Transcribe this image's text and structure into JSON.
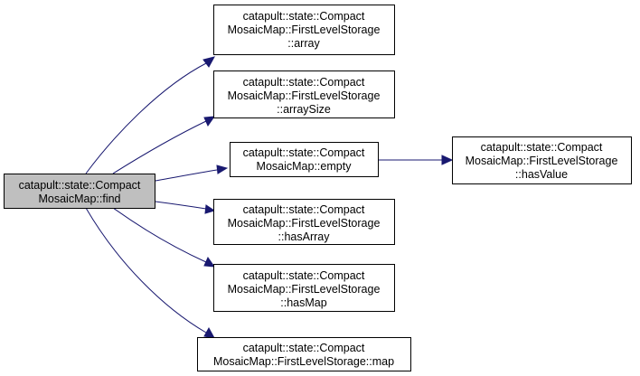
{
  "nodes": {
    "find": {
      "lines": [
        "catapult::state::Compact",
        "MosaicMap::find"
      ]
    },
    "array": {
      "lines": [
        "catapult::state::Compact",
        "MosaicMap::FirstLevelStorage",
        "::array"
      ]
    },
    "array_size": {
      "lines": [
        "catapult::state::Compact",
        "MosaicMap::FirstLevelStorage",
        "::arraySize"
      ]
    },
    "empty": {
      "lines": [
        "catapult::state::Compact",
        "MosaicMap::empty"
      ]
    },
    "has_value": {
      "lines": [
        "catapult::state::Compact",
        "MosaicMap::FirstLevelStorage",
        "::hasValue"
      ]
    },
    "has_array": {
      "lines": [
        "catapult::state::Compact",
        "MosaicMap::FirstLevelStorage",
        "::hasArray"
      ]
    },
    "has_map": {
      "lines": [
        "catapult::state::Compact",
        "MosaicMap::FirstLevelStorage",
        "::hasMap"
      ]
    },
    "map": {
      "lines": [
        "catapult::state::Compact",
        "MosaicMap::FirstLevelStorage::map"
      ]
    }
  },
  "edges": [
    {
      "from": "find",
      "to": "array"
    },
    {
      "from": "find",
      "to": "array_size"
    },
    {
      "from": "find",
      "to": "empty"
    },
    {
      "from": "find",
      "to": "has_array"
    },
    {
      "from": "find",
      "to": "has_map"
    },
    {
      "from": "find",
      "to": "map"
    },
    {
      "from": "empty",
      "to": "has_value"
    }
  ],
  "colors": {
    "edge": "#191970",
    "focus_fill": "#bfbfbf",
    "node_fill": "#ffffff",
    "node_border": "#000000"
  }
}
